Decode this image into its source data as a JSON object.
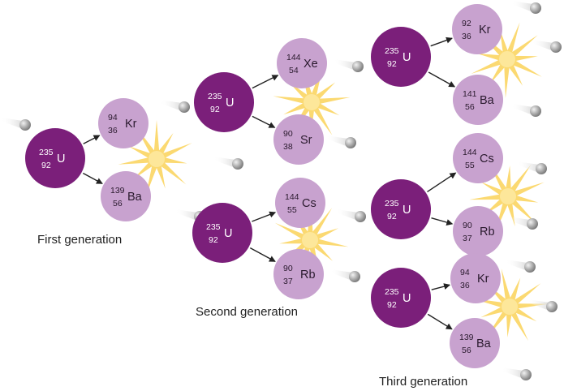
{
  "colors": {
    "uranium": "#7b1f7a",
    "fragment": "#c8a2cf",
    "fragment_text": "#2a1a2e",
    "uranium_text": "#ffffff",
    "burst": "#fbd769",
    "neutron": "#9a9a9a",
    "arrow": "#222222"
  },
  "generations": [
    {
      "label": "First generation"
    },
    {
      "label": "Second generation"
    },
    {
      "label": "Third generation"
    }
  ],
  "uranium": {
    "mass": "235",
    "z": "92",
    "symbol": "U"
  },
  "fragments": [
    {
      "mass": "94",
      "z": "36",
      "symbol": "Kr"
    },
    {
      "mass": "139",
      "z": "56",
      "symbol": "Ba"
    },
    {
      "mass": "144",
      "z": "54",
      "symbol": "Xe"
    },
    {
      "mass": "90",
      "z": "38",
      "symbol": "Sr"
    },
    {
      "mass": "144",
      "z": "55",
      "symbol": "Cs"
    },
    {
      "mass": "90",
      "z": "37",
      "symbol": "Rb"
    },
    {
      "mass": "92",
      "z": "36",
      "symbol": "Kr"
    },
    {
      "mass": "141",
      "z": "56",
      "symbol": "Ba"
    },
    {
      "mass": "144",
      "z": "55",
      "symbol": "Cs"
    },
    {
      "mass": "90",
      "z": "37",
      "symbol": "Rb"
    },
    {
      "mass": "94",
      "z": "36",
      "symbol": "Kr"
    },
    {
      "mass": "139",
      "z": "56",
      "symbol": "Ba"
    }
  ]
}
